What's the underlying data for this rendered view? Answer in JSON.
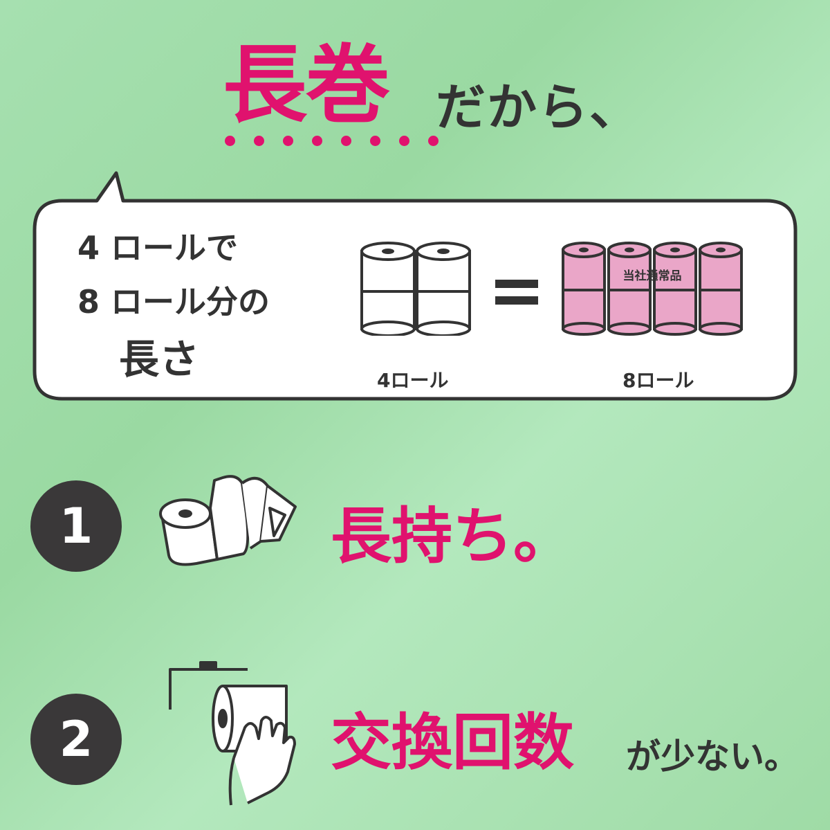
{
  "headline": {
    "main": "長巻",
    "sub": "だから、"
  },
  "bubble": {
    "line1": "4 ロールで",
    "line2": "8 ロール分の",
    "line3": "長さ",
    "left_caption": "4ロール",
    "right_caption": "8ロール",
    "right_label": "当社通常品",
    "equals": "="
  },
  "features": [
    {
      "number": "1",
      "title": "長持ち。",
      "subtitle": ""
    },
    {
      "number": "2",
      "title": "交換回数",
      "subtitle": "が少ない。"
    }
  ],
  "colors": {
    "accent": "#e0126e",
    "dark": "#333333",
    "pink_roll": "#eaa6c8",
    "background": "#a6e0b0"
  },
  "icons": {
    "left_rolls": "toilet-roll-stack-icon",
    "right_rolls": "pink-toilet-roll-stack-icon",
    "feature1": "unrolled-toilet-paper-icon",
    "feature2": "toilet-paper-holder-hand-icon"
  }
}
